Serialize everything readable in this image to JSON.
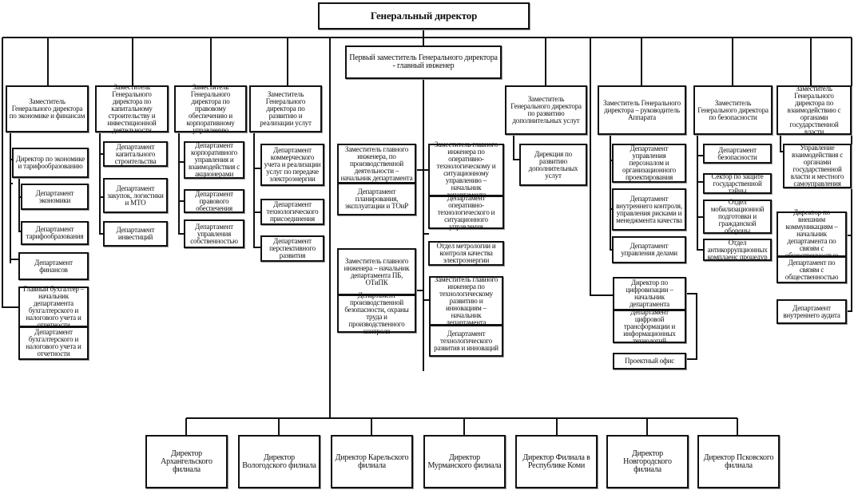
{
  "chart_title": "Генеральный директор",
  "first_deputy": "Первый заместитель Генерального директора - главный инженер",
  "deputies": {
    "economics": "Заместитель Генерального директора по экономике и финансам",
    "capital": "Заместитель Генерального директора по капитальному строительству и инвестиционной деятельности",
    "legal": "Заместитель Генерального директора по правовому обеспечению и корпоративному управлению",
    "services": "Заместитель Генерального директора по развитию и реализации услут",
    "additional": "Заместитель Генерального директора по развитию дополнительных услут",
    "apparatus": "Заместитель Генерального директора – руководитель Аппарата",
    "security": "Заместитель Генерального директора по безопасности",
    "government": "Заместитель Генерального директора по взаимодействию с органами государственной власти"
  },
  "economics_units": {
    "tariff_director": "Директор по экономике и тарифообразованию",
    "dept_economics": "Департамент экономики",
    "dept_tariff": "Департамент тарифообразования",
    "dept_finance": "Департамент финансов",
    "chief_accountant": "Главный бухгалтер – начальник департамента бухгалтерского и налогового учета и отчетности",
    "dept_accounting": "Департамент бухгалтерского и налогового учета и отчетности"
  },
  "capital_units": [
    "Департамент капитального строительства",
    "Департамент закупок, логистики и МТО",
    "Департамент инвестиций"
  ],
  "legal_units": [
    "Департамент корпоративного управления и взаимодействия с акционерами",
    "Департамент правового обеспечения",
    "Департамент управления собственностью"
  ],
  "services_units": [
    "Департамент коммерческого учета и реализации услуг по передаче электроэнергии",
    "Департамент технологического присоединения",
    "Департамент перспективного развития"
  ],
  "engineer_units": {
    "production_deputy": "Заместитель главного инженера, по производственной деятельности – начальник департамента",
    "dept_planning": "Департамент планирования, эксплуатации и ТОиР",
    "safety_deputy": "Заместитель главного инженера – начальник департамента ПБ, ОТиПК",
    "dept_safety": "Департамент производственной безопасности, охраны труда и производственного контроля",
    "operational_deputy": "Заместитель главного инженера по оперативно-технологическому и ситуационному управлению – начальник департамента",
    "dept_operational": "Департамент оперативно-технологического и ситуационного управления",
    "metrology": "Отдел метрологии и контроля качества электроэнергии",
    "innovation_deputy": "Заместитель главного инженера по технологическому развитию и инновациям – начальник департамента",
    "dept_innovation": "Департамент технологического развития и инноваций"
  },
  "additional_units": [
    "Дирекция по развитию дополнительных услут"
  ],
  "apparatus_units": [
    "Департамент управления персоналом и организационного проектирования",
    "Департамент внутреннего контроля, управления рисками и менеджмента качества",
    "Департамент управления делами"
  ],
  "digital_units": {
    "director": "Директор по цифровизации – начальник департамента",
    "dept_digital": "Департамент цифровой трансформации и информационных технологий",
    "project_office": "Проектный офис"
  },
  "security_units": [
    "Департамент безопасности",
    "Сектор по защите государственной тайны",
    "Отдел мобилизационной подготовки и гражданской обороны",
    "Отдел антикоррупционных комплаенс процедур"
  ],
  "government_units": [
    "Управление взаимодействия с органами государственной власти и местного самоуправления"
  ],
  "communications": {
    "director": "Директор по внешним коммуникациям – начальник департамента по связям с общественностью",
    "dept_pr": "Департамент по связям с общественностью"
  },
  "internal_audit": "Департамент внутреннего аудита",
  "branches": [
    "Директор Архангельского филиала",
    "Директор Вологодского филиала",
    "Директор Карельского филиала",
    "Директор Мурманского филиала",
    "Директор Филиала в Республике Коми",
    "Директор Новгородского филиала",
    "Директор Псковского филиала"
  ]
}
